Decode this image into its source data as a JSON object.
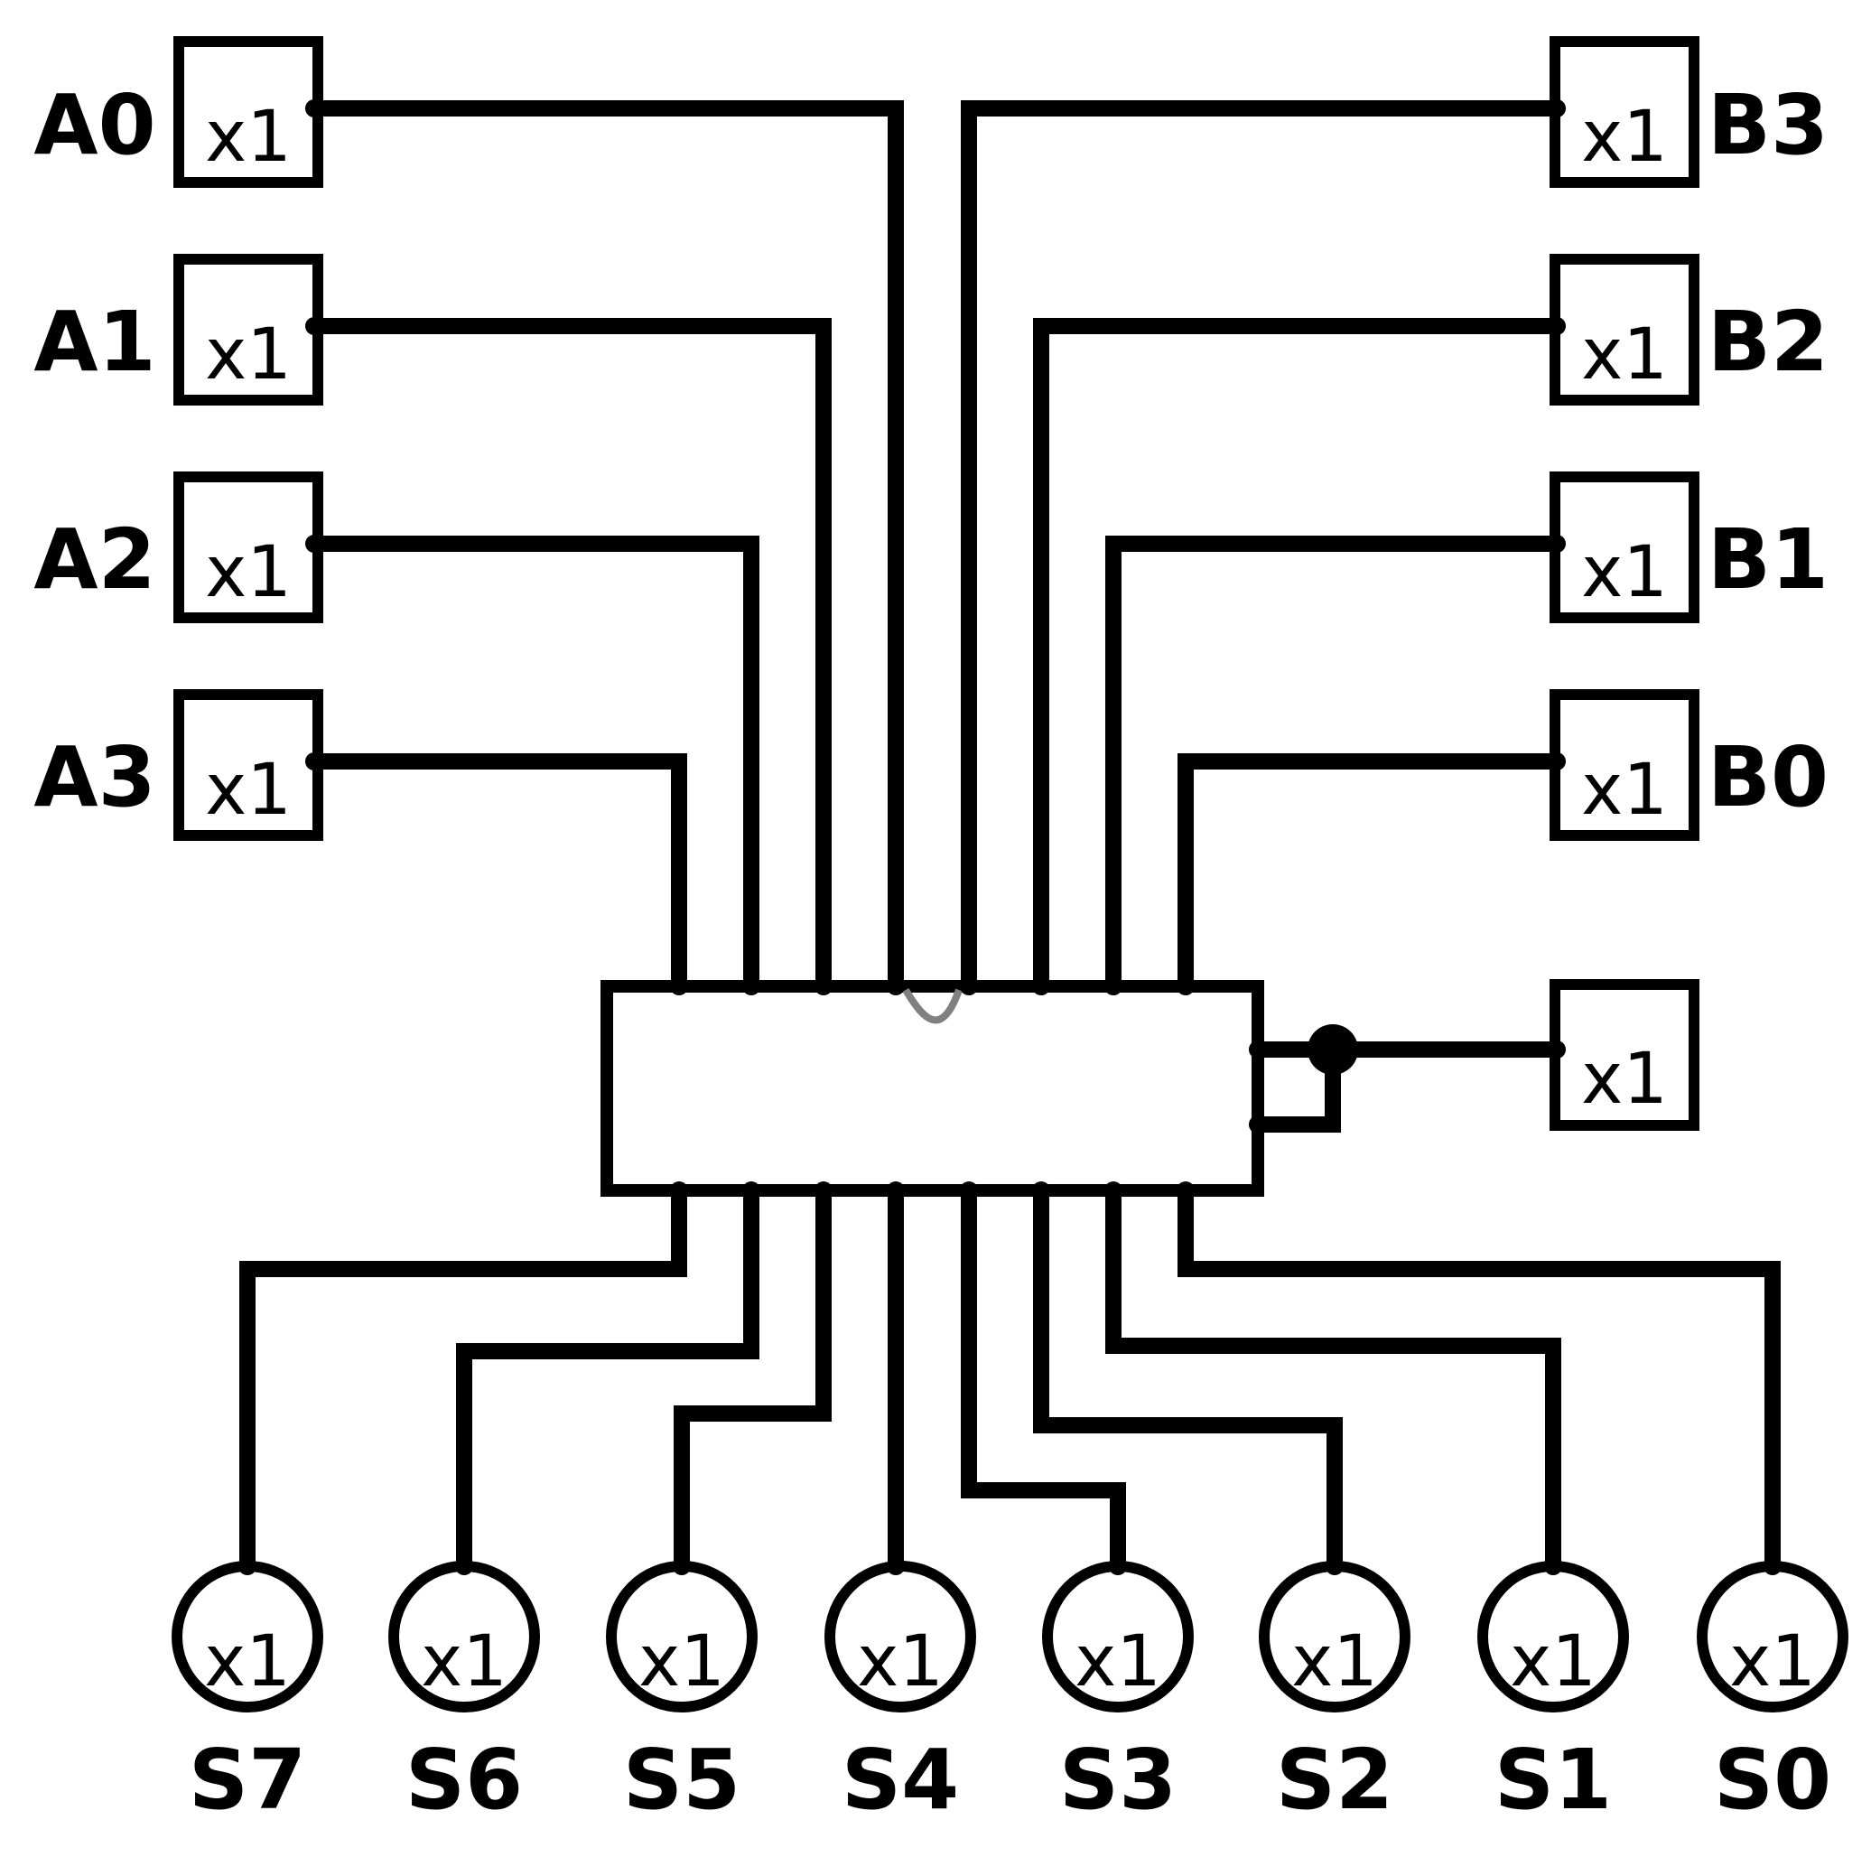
{
  "inputs_a": [
    {
      "label": "A0",
      "gain": "x1"
    },
    {
      "label": "A1",
      "gain": "x1"
    },
    {
      "label": "A2",
      "gain": "x1"
    },
    {
      "label": "A3",
      "gain": "x1"
    }
  ],
  "inputs_b": [
    {
      "label": "B3",
      "gain": "x1"
    },
    {
      "label": "B2",
      "gain": "x1"
    },
    {
      "label": "B1",
      "gain": "x1"
    },
    {
      "label": "B0",
      "gain": "x1"
    }
  ],
  "aux_input": {
    "gain": "x1"
  },
  "outputs": [
    {
      "label": "S7",
      "gain": "x1"
    },
    {
      "label": "S6",
      "gain": "x1"
    },
    {
      "label": "S5",
      "gain": "x1"
    },
    {
      "label": "S4",
      "gain": "x1"
    },
    {
      "label": "S3",
      "gain": "x1"
    },
    {
      "label": "S2",
      "gain": "x1"
    },
    {
      "label": "S1",
      "gain": "x1"
    },
    {
      "label": "S0",
      "gain": "x1"
    }
  ],
  "colors": {
    "wire": "#000000",
    "loop": "#808080",
    "background": "#ffffff"
  }
}
